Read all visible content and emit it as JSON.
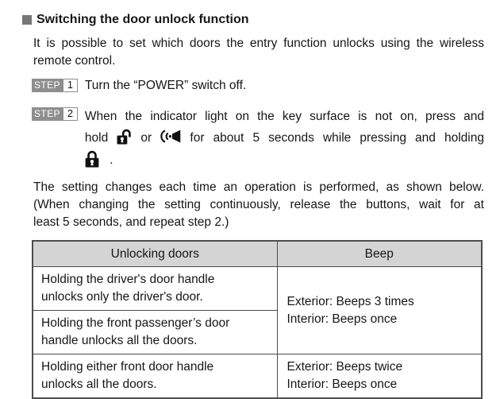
{
  "doc": {
    "heading": "Switching the door unlock function",
    "intro_lines": [
      "It is possible to set which doors the entry function unlocks using the wireless",
      "remote control."
    ],
    "step1": {
      "badge": "STEP",
      "number": "1",
      "text": "Turn the “POWER” switch off."
    },
    "step2": {
      "badge": "STEP",
      "number": "2",
      "line1": "When the indicator light on the key surface is not on, press and",
      "hold_word": "hold",
      "or_word": "or",
      "after_icons": "for about 5 seconds while pressing and holding",
      "period": "."
    },
    "icons": {
      "unlock": "unlock-button-icon",
      "panic": "panic-beep-button-icon",
      "lock": "lock-button-icon"
    },
    "note_lines": [
      "The setting changes each time an operation is performed, as shown below.",
      "(When changing the setting continuously, release the buttons, wait for at",
      "least 5 seconds, and repeat step 2.)"
    ],
    "table": {
      "header": [
        "Unlocking doors",
        "Beep"
      ],
      "row1_unlocking": "Holding the driver's door handle\nunlocks only the driver's door.",
      "row2_unlocking": "Holding the front passenger’s door\nhandle unlocks all the doors.",
      "rows12_beep": "Exterior: Beeps 3 times\nInterior: Beeps once",
      "row3_unlocking": "Holding either front door handle\nunlocks all the doors.",
      "row3_beep": "Exterior: Beeps twice\nInterior: Beeps once"
    },
    "colors": {
      "heading_bullet": "#767676",
      "step_badge_bg": "#8e8e8e",
      "table_header_bg": "#d4d4d4",
      "table_border": "#4d4d4d"
    }
  }
}
